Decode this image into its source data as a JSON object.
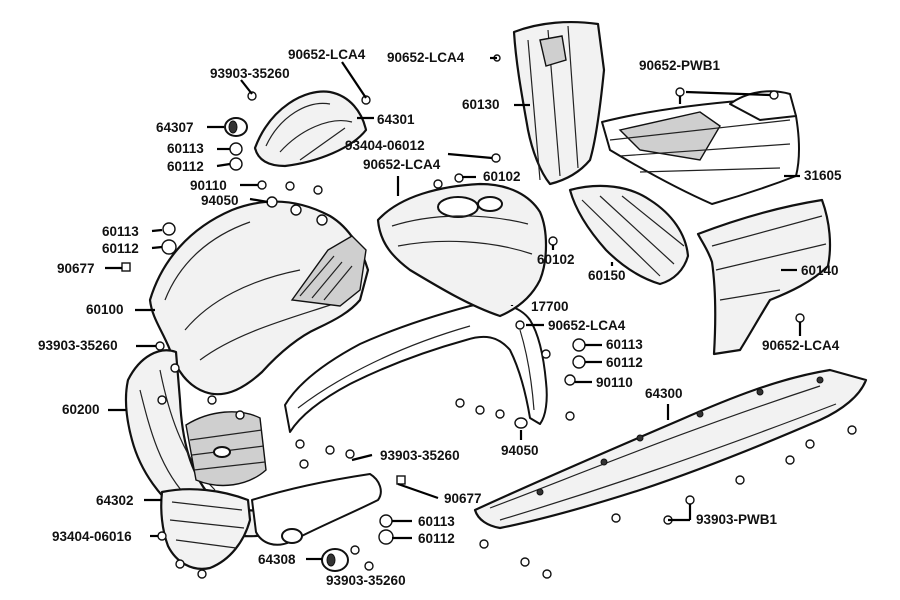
{
  "labels": {
    "p90652_lca4_top": "90652-LCA4",
    "p93903_35260_top": "93903-35260",
    "p64307": "64307",
    "p60113_a": "60113",
    "p60112_a": "60112",
    "p90110_a": "90110",
    "p94050_a": "94050",
    "p60113_b": "60113",
    "p60112_b": "60112",
    "p90677_a": "90677",
    "p60100": "60100",
    "p93903_35260_left": "93903-35260",
    "p60200": "60200",
    "p64302": "64302",
    "p93404_06016": "93404-06016",
    "p64308": "64308",
    "p93903_35260_bottom": "93903-35260",
    "p64301": "64301",
    "p93404_06012": "93404-06012",
    "p90652_lca4_mid": "90652-LCA4",
    "p60102_a": "60102",
    "p60102_b": "60102",
    "p17700": "17700",
    "p90652_lca4_lower": "90652-LCA4",
    "p60113_c": "60113",
    "p60112_c": "60112",
    "p90110_b": "90110",
    "p94050_b": "94050",
    "p93903_35260_mid": "93903-35260",
    "p90677_b": "90677",
    "p60113_d": "60113",
    "p60112_d": "60112",
    "p90652_lca4_upper": "90652-LCA4",
    "p60130": "60130",
    "p90652_pwb1": "90652-PWB1",
    "p31605": "31605",
    "p60150": "60150",
    "p60140": "60140",
    "p90652_lca4_right": "90652-LCA4",
    "p64300": "64300",
    "p93903_pwb1": "93903-PWB1"
  }
}
